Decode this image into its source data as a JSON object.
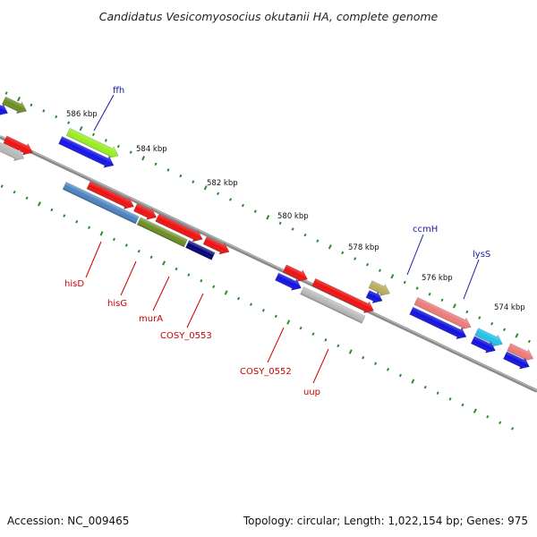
{
  "title": "Candidatus Vesicomyosocius okutanii HA, complete genome",
  "footer": {
    "accession": "Accession: NC_009465",
    "summary": "Topology: circular; Length: 1,022,154 bp; Genes: 975"
  },
  "colors": {
    "backbone": "#8a8a8a",
    "tick": "#2e8b2e",
    "label_red": "#cc0000",
    "label_blue": "#1a1aa6"
  },
  "ticks": [
    "586 kbp",
    "584 kbp",
    "582 kbp",
    "580 kbp",
    "578 kbp",
    "576 kbp",
    "574 kbp"
  ],
  "genes_labeled_top": [
    "ffh",
    "ccmH",
    "lysS"
  ],
  "genes_labeled_bottom": [
    "hisD",
    "hisG",
    "murA",
    "COSY_0553",
    "COSY_0552",
    "uup"
  ]
}
